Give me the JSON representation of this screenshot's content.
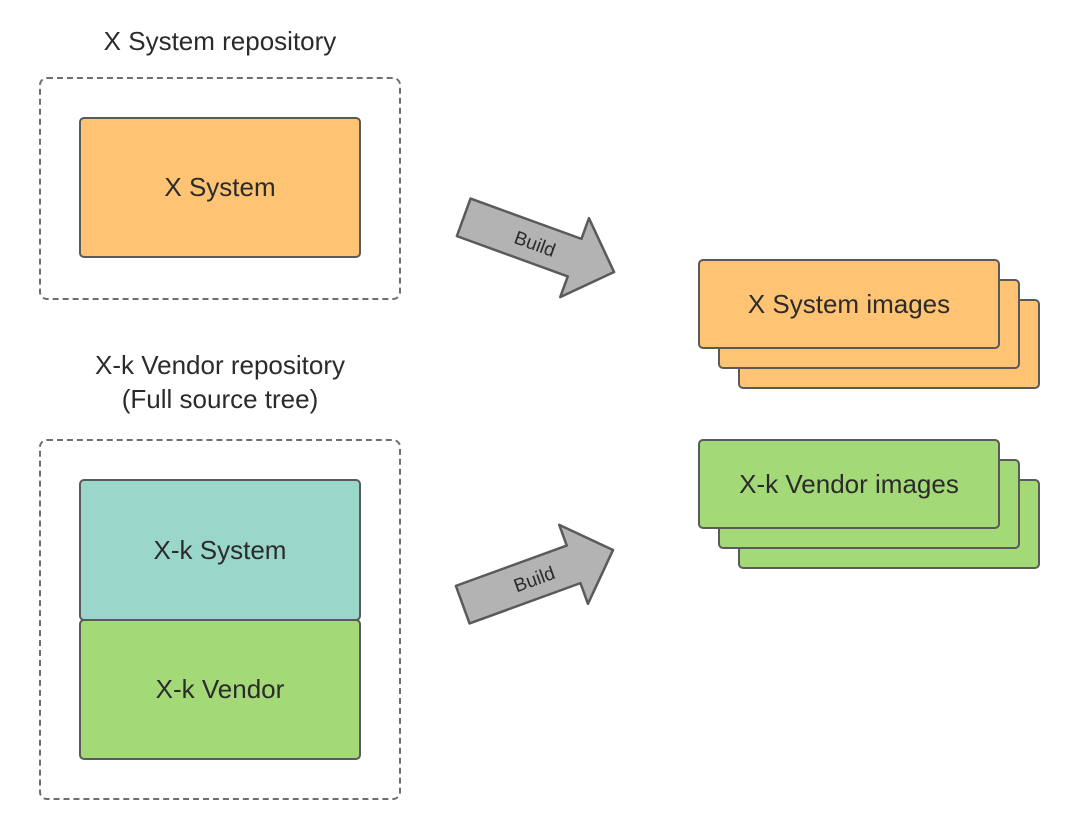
{
  "system_repo": {
    "title": "X System repository",
    "box_label": "X System",
    "box_color": "#fec373"
  },
  "vendor_repo": {
    "title_line1": "X-k Vendor repository",
    "title_line2": "(Full source tree)",
    "system_label": "X-k System",
    "system_color": "#9ad6ca",
    "vendor_label": "X-k Vendor",
    "vendor_color": "#a3d977"
  },
  "arrows": {
    "top_label": "Build",
    "bottom_label": "Build",
    "fill_color": "#b3b3b3"
  },
  "outputs": {
    "system_images_label": "X System images",
    "vendor_images_label": "X-k Vendor images"
  }
}
